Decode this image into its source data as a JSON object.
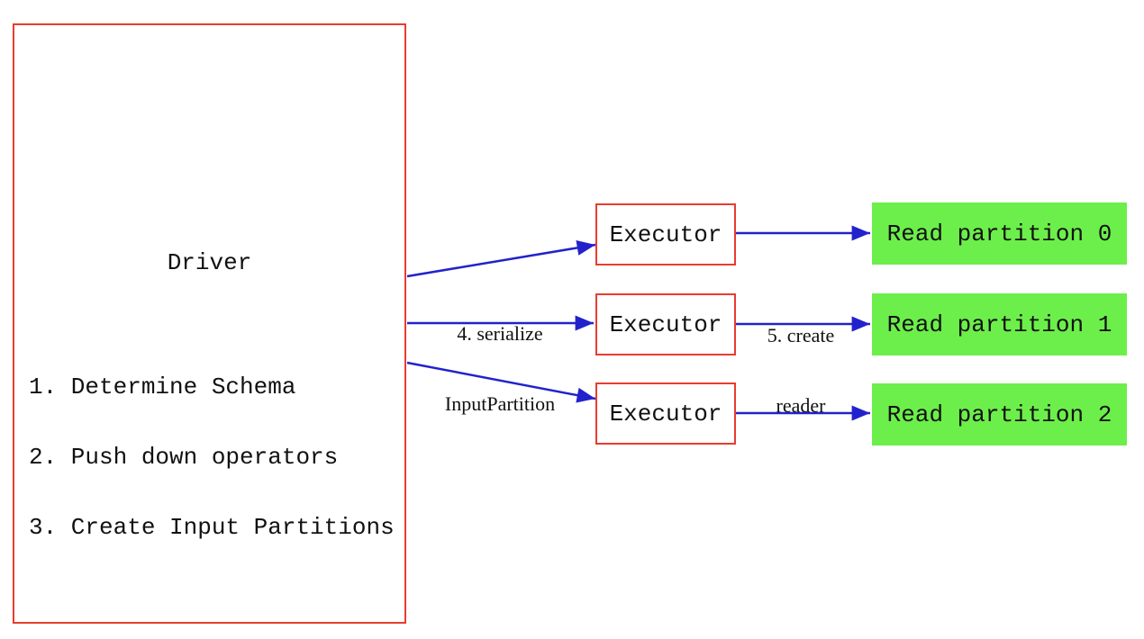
{
  "diagram": {
    "driver": {
      "title": "Driver",
      "steps": [
        "1. Determine Schema",
        "2. Push down operators",
        "3. Create Input Partitions"
      ]
    },
    "executors": [
      {
        "label": "Executor"
      },
      {
        "label": "Executor"
      },
      {
        "label": "Executor"
      }
    ],
    "partitions": [
      {
        "label": "Read partition 0"
      },
      {
        "label": "Read partition 1"
      },
      {
        "label": "Read partition 2"
      }
    ],
    "edge_labels": {
      "serialize": {
        "line1": "4. serialize",
        "line2": "InputPartition"
      },
      "create_reader": {
        "line1": "5. create",
        "line2": "reader"
      }
    },
    "colors": {
      "box_border_red": "#e83c30",
      "partition_green": "#6cef4a",
      "arrow_blue": "#2222cc",
      "text": "#111111",
      "background": "#ffffff"
    }
  }
}
